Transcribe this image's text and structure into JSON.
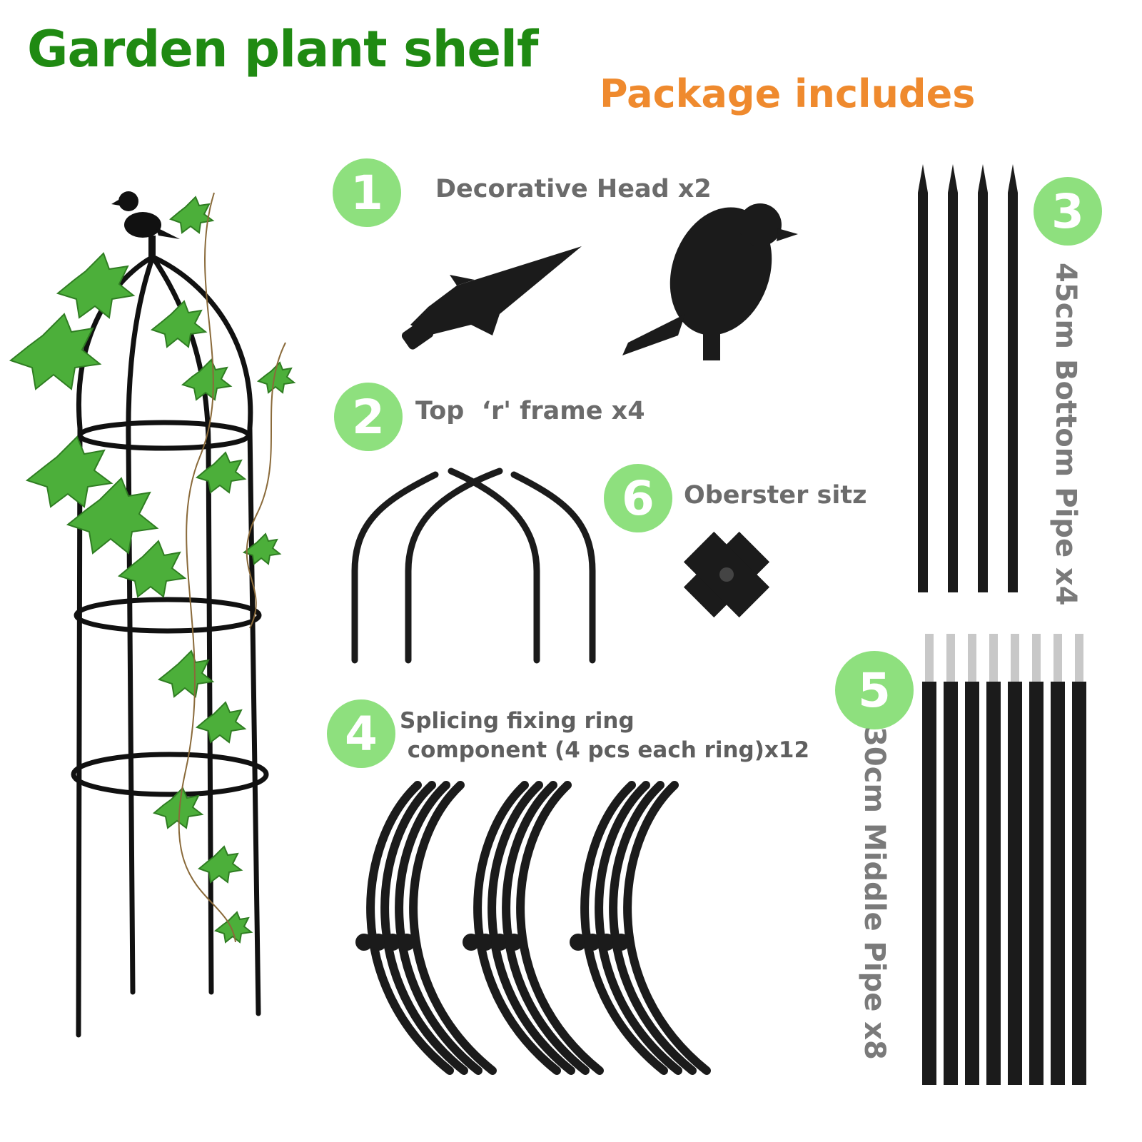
{
  "title": "Garden plant shelf",
  "subtitle": "Package includes",
  "items": [
    {
      "number": "1",
      "label": "Decorative Head x2"
    },
    {
      "number": "2",
      "label": "Top  ‘r' frame x4"
    },
    {
      "number": "3",
      "label": "45cm Bottom Pipe x4"
    },
    {
      "number": "4",
      "label_line1": "Splicing fixing ring",
      "label_line2": " component (4 pcs each ring)x12"
    },
    {
      "number": "5",
      "label": "30cm Middle Pipe x8"
    },
    {
      "number": "6",
      "label": "Oberster sitz"
    }
  ],
  "colors": {
    "title": "#1f8a12",
    "subtitle": "#ef8a2e",
    "badge": "#8ee07e",
    "label": "#6b6b6b",
    "parts": "#141414",
    "leaf": "#4caf3a"
  }
}
